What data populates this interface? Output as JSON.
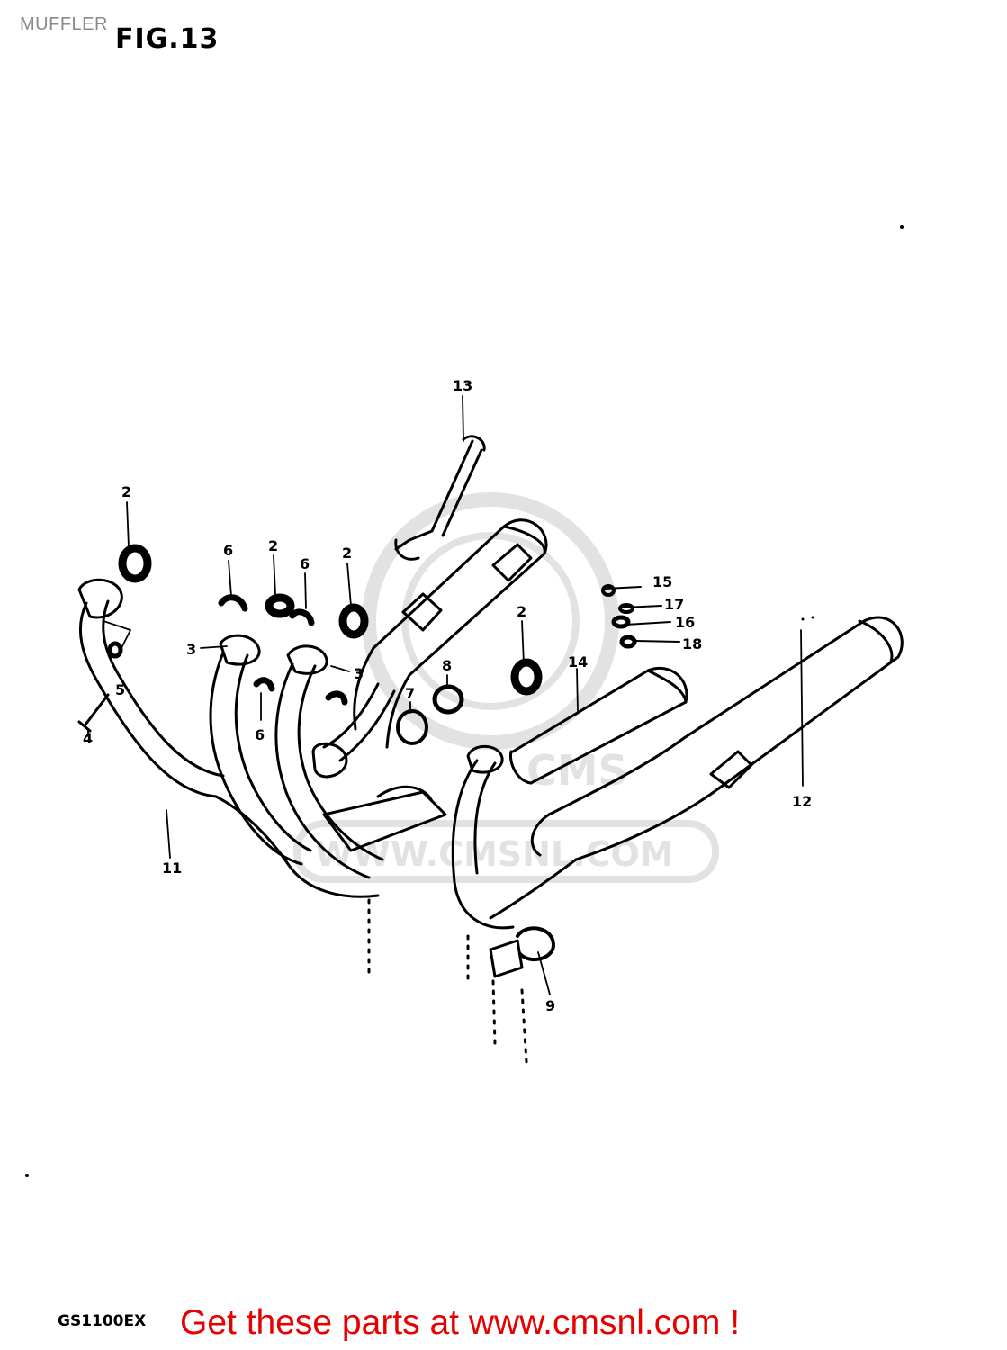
{
  "header": {
    "title": "MUFFLER",
    "figure": "FIG.13"
  },
  "footer": {
    "model": "GS1100EX",
    "promo": "Get these parts at www.cmsnl.com !"
  },
  "watermark": {
    "text": "CMS",
    "url": "WWW.CMSNL.COM",
    "color": "#e2e2e2"
  },
  "colors": {
    "line_art": "#000000",
    "promo": "#e60000",
    "title": "#8a8a8a"
  },
  "callouts": [
    {
      "id": "c2a",
      "label": "2"
    },
    {
      "id": "c6a",
      "label": "6"
    },
    {
      "id": "c2b",
      "label": "2"
    },
    {
      "id": "c6b",
      "label": "6"
    },
    {
      "id": "c2c",
      "label": "2"
    },
    {
      "id": "c13",
      "label": "13"
    },
    {
      "id": "c3a",
      "label": "3"
    },
    {
      "id": "c5",
      "label": "5"
    },
    {
      "id": "c4",
      "label": "4"
    },
    {
      "id": "c6c",
      "label": "6"
    },
    {
      "id": "c3b",
      "label": "3"
    },
    {
      "id": "c7",
      "label": "7"
    },
    {
      "id": "c8",
      "label": "8"
    },
    {
      "id": "c2d",
      "label": "2"
    },
    {
      "id": "c14",
      "label": "14"
    },
    {
      "id": "c15",
      "label": "15"
    },
    {
      "id": "c17",
      "label": "17"
    },
    {
      "id": "c16",
      "label": "16"
    },
    {
      "id": "c18",
      "label": "18"
    },
    {
      "id": "c12",
      "label": "12"
    },
    {
      "id": "c11",
      "label": "11"
    },
    {
      "id": "c9",
      "label": "9"
    }
  ]
}
